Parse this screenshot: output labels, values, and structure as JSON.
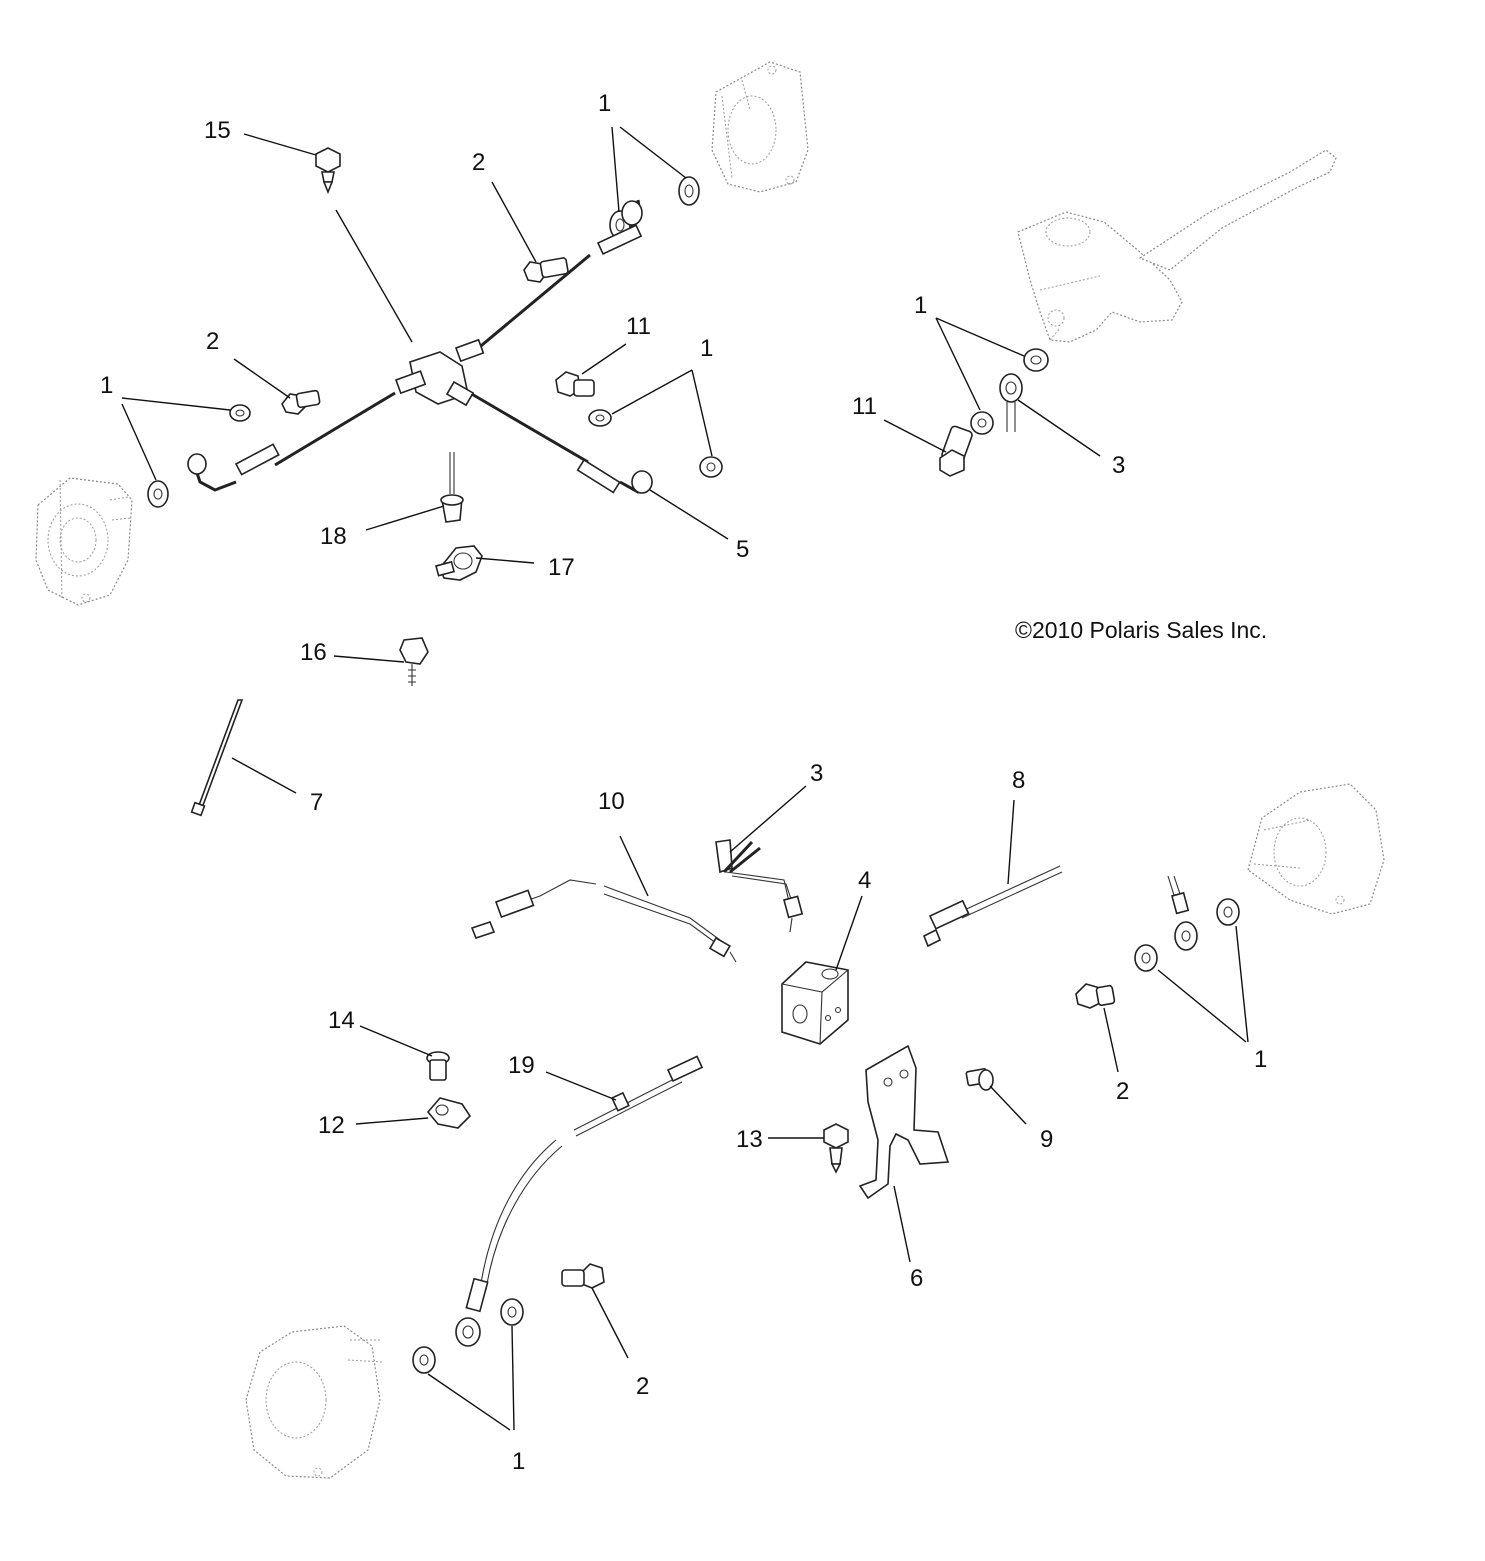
{
  "copyright": "©2010 Polaris Sales Inc.",
  "callouts": {
    "c15": "15",
    "c2a": "2",
    "c1a": "1",
    "c11a": "11",
    "c1b": "1",
    "c2b": "2",
    "c1c": "1",
    "c18": "18",
    "c17": "17",
    "c5": "5",
    "c1d": "1",
    "c11b": "11",
    "c3a": "3",
    "c16": "16",
    "c7": "7",
    "c10": "10",
    "c3b": "3",
    "c8": "8",
    "c4": "4",
    "c14": "14",
    "c19": "19",
    "c12": "12",
    "c13": "13",
    "c9": "9",
    "c2c": "2",
    "c1e": "1",
    "c6": "6",
    "c2d": "2",
    "c1f": "1"
  }
}
